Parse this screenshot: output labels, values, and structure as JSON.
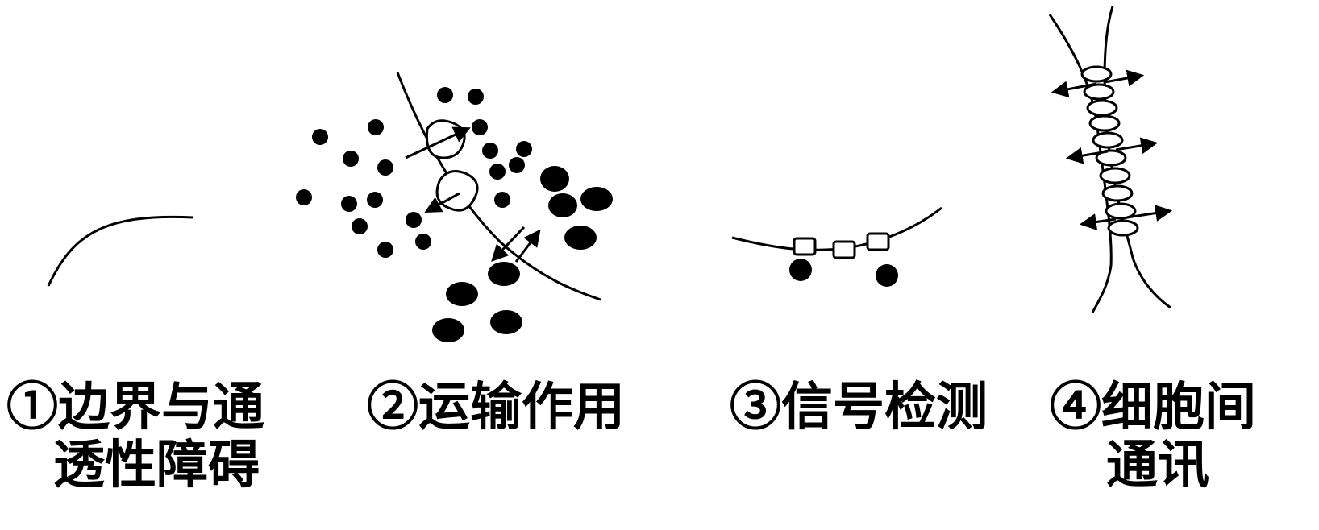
{
  "panels": [
    {
      "id": "boundary",
      "label_line1": "①边界与通",
      "label_line2": "透性障碍"
    },
    {
      "id": "transport",
      "label_line1": "②运输作用",
      "label_line2": ""
    },
    {
      "id": "signal",
      "label_line1": "③信号检测",
      "label_line2": ""
    },
    {
      "id": "communication",
      "label_line1": "④细胞间",
      "label_line2": "通讯"
    }
  ]
}
